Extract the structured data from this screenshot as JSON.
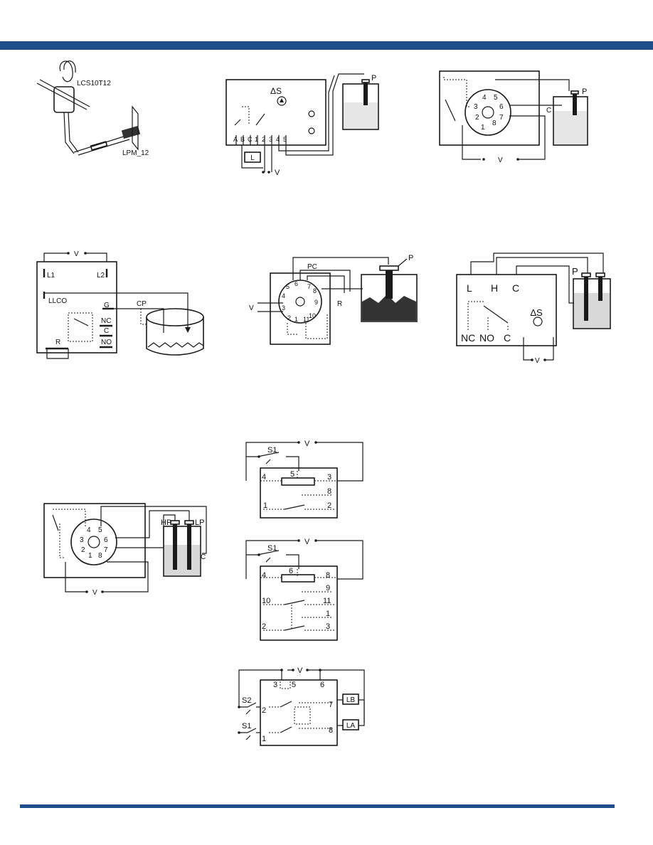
{
  "header": {
    "accent_color": "#1f4e8c"
  },
  "d1": {
    "label_top": "LCS10T12",
    "label_bottom": "LPM_12"
  },
  "d2": {
    "symbol": "ΔS",
    "probe": "P",
    "load": "L",
    "volt": "V",
    "terms": [
      "A",
      "B",
      "C",
      "1",
      "2",
      "3",
      "4",
      "5"
    ]
  },
  "d3": {
    "pins": [
      "1",
      "2",
      "3",
      "4",
      "5",
      "6",
      "7",
      "8"
    ],
    "probe": "P",
    "common": "C",
    "volt": "V"
  },
  "d4": {
    "volt": "V",
    "l1": "L1",
    "l2": "L2",
    "llco": "LLCO",
    "g": "G",
    "cp": "CP",
    "nc": "NC",
    "c": "C",
    "no": "NO",
    "r": "R"
  },
  "d5": {
    "pins": [
      "1",
      "2",
      "3",
      "4",
      "5",
      "6",
      "7",
      "8",
      "9",
      "10",
      "11"
    ],
    "pc": "PC",
    "probe": "P",
    "volt": "V",
    "r": "R"
  },
  "d6": {
    "l": "L",
    "h": "H",
    "c": "C",
    "nc": "NC",
    "no": "NO",
    "c2": "C",
    "symbol": "ΔS",
    "probe": "P",
    "volt": "V"
  },
  "d7": {
    "pins": [
      "1",
      "2",
      "3",
      "4",
      "5",
      "6",
      "7",
      "8"
    ],
    "hp": "HP",
    "lp": "LP",
    "c": "C",
    "volt": "V"
  },
  "d8": {
    "volt": "V",
    "s1": "S1",
    "t4": "4",
    "t5": "5",
    "t3": "3",
    "t8": "8",
    "t1": "1",
    "t2": "2"
  },
  "d9": {
    "volt": "V",
    "s1": "S1",
    "t4": "4",
    "t6": "6",
    "t8": "8",
    "t9": "9",
    "t10": "10",
    "t11": "11",
    "t1": "1",
    "t2": "2",
    "t3": "3"
  },
  "d10": {
    "volt": "V",
    "s2": "S2",
    "s1": "S1",
    "t3": "3",
    "t5": "5",
    "t6": "6",
    "t2": "2",
    "t7": "7",
    "t8": "8",
    "t1": "1",
    "lb": "LB",
    "la": "LA"
  }
}
